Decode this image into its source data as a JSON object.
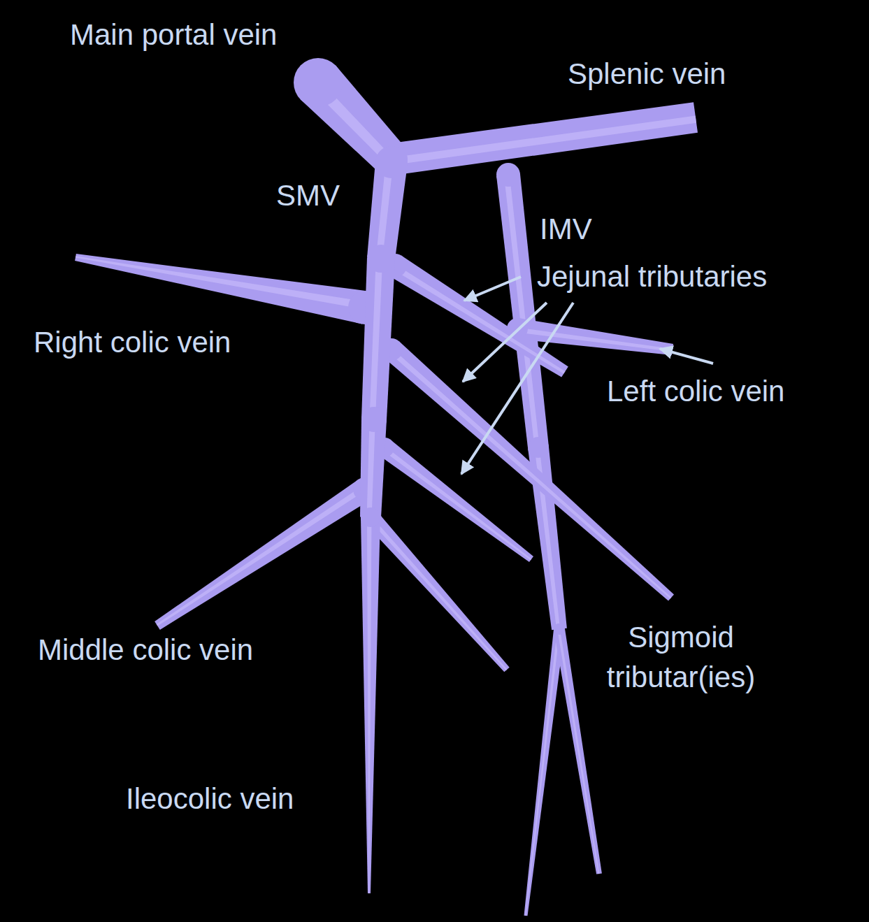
{
  "diagram": {
    "labels": [
      "Main portal vein",
      "Splenic vein",
      "SMV",
      "IMV",
      "Jejunal tributaries",
      "Right colic vein",
      "Left colic vein",
      "Middle colic vein",
      "Sigmoid tributar(ies)",
      "Ileocolic vein"
    ]
  }
}
